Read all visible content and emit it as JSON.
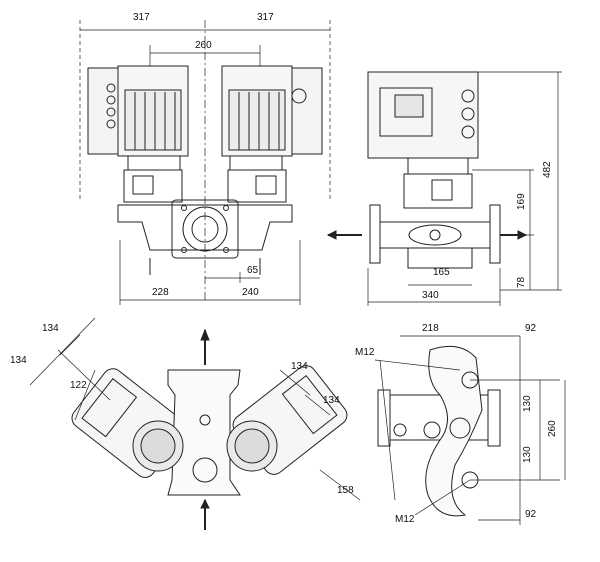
{
  "dimensions": {
    "front": {
      "overall_left": "317",
      "overall_right": "317",
      "between_heads": "260",
      "center_offset": "65",
      "base_left": "228",
      "base_right": "240"
    },
    "side": {
      "total_height": "482",
      "port_height": "169",
      "base_height": "78",
      "flange_offset": "165",
      "length": "340"
    },
    "top_left": {
      "motor_width_a": "134",
      "motor_width_b": "134",
      "motor_depth": "122",
      "right_width_a": "134",
      "right_width_b": "134",
      "right_length": "158"
    },
    "foot": {
      "bolt_top": "M12",
      "bolt_bottom": "M12",
      "width_left": "218",
      "width_right_top": "92",
      "width_right_bottom": "92",
      "half_top": "130",
      "half_bottom": "130",
      "total": "260"
    }
  }
}
